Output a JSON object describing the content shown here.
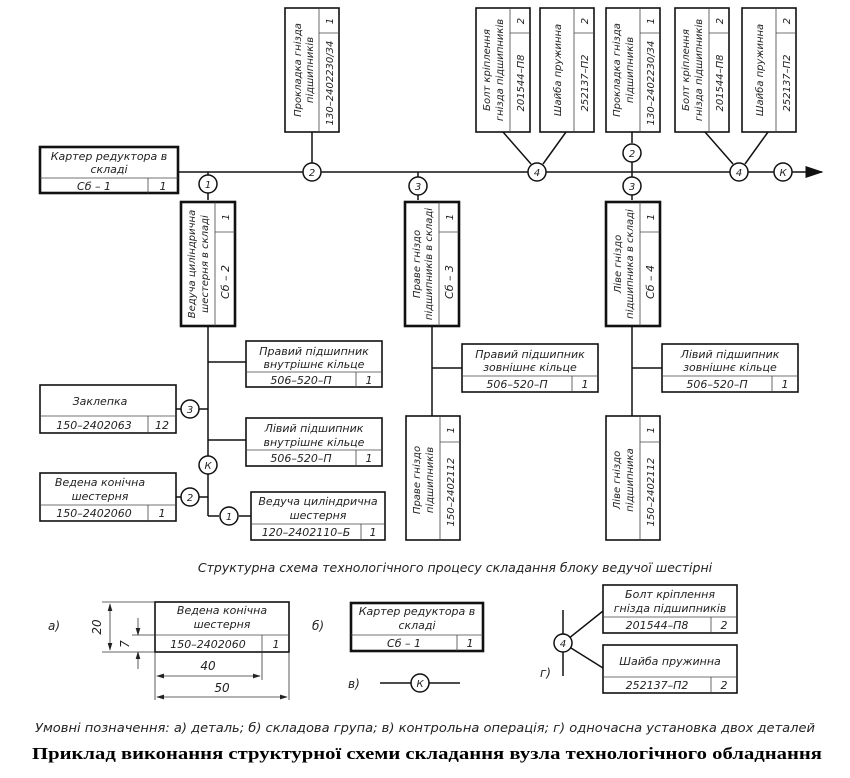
{
  "diagram": {
    "main_caption": "Структурна схема технологічного процесу складання блоку ведучої шестірні",
    "legend_caption": "Умовні позначення: а) деталь; б) складова група; в) контрольна операція; г) одночасна установка двох деталей",
    "figure_title": "Приклад виконання структурної схеми складання вузла технологічного обладнання",
    "base_group": {
      "name_line1": "Картер редуктора в",
      "name_line2": "складі",
      "code": "Сб – 1",
      "qty": "1"
    },
    "top_parts": [
      {
        "name_line1": "Прокладка гнізда",
        "name_line2": "підшипників",
        "code": "130–2402230/34",
        "qty": "1"
      },
      {
        "name_line1": "Болт кріплення",
        "name_line2": "гнізда підшипників",
        "code": "201544–П8",
        "qty": "2"
      },
      {
        "name_line1": "Шайба пружинна",
        "name_line2": "",
        "code": "252137–П2",
        "qty": "2"
      },
      {
        "name_line1": "Прокладка гнізда",
        "name_line2": "підшипників",
        "code": "130–2402230/34",
        "qty": "1"
      },
      {
        "name_line1": "Болт кріплення",
        "name_line2": "гнізда підшипників",
        "code": "201544–П8",
        "qty": "2"
      },
      {
        "name_line1": "Шайба пружинна",
        "name_line2": "",
        "code": "252137–П2",
        "qty": "2"
      }
    ],
    "subgroups": [
      {
        "name_line1": "Ведуча циліндрична",
        "name_line2": "шестерня в складі",
        "code": "Сб – 2",
        "qty": "1"
      },
      {
        "name_line1": "Праве гніздо",
        "name_line2": "підшипників в складі",
        "code": "Сб – 3",
        "qty": "1"
      },
      {
        "name_line1": "Ліве гніздо",
        "name_line2": "підшипника в складі",
        "code": "Сб – 4",
        "qty": "1"
      }
    ],
    "subgroup2_parts": [
      {
        "name_line1": "Правий підшипник",
        "name_line2": "внутрішнє кільце",
        "code": "506–520–П",
        "qty": "1"
      },
      {
        "name_line1": "Заклепка",
        "name_line2": "",
        "code": "150–2402063",
        "qty": "12"
      },
      {
        "name_line1": "Лівий підшипник",
        "name_line2": "внутрішнє кільце",
        "code": "506–520–П",
        "qty": "1"
      },
      {
        "name_line1": "Ведена конічна",
        "name_line2": "шестерня",
        "code": "150–2402060",
        "qty": "1"
      },
      {
        "name_line1": "Ведуча циліндрична",
        "name_line2": "шестерня",
        "code": "120–2402110–Б",
        "qty": "1"
      }
    ],
    "subgroup3_parts": [
      {
        "name_line1": "Правий підшипник",
        "name_line2": "зовнішнє кільце",
        "code": "506–520–П",
        "qty": "1"
      },
      {
        "name_line1": "Праве гніздо",
        "name_line2": "підшипників",
        "code": "150–2402112",
        "qty": "1"
      }
    ],
    "subgroup4_parts": [
      {
        "name_line1": "Лівий підшипник",
        "name_line2": "зовнішнє кільце",
        "code": "506–520–П",
        "qty": "1"
      },
      {
        "name_line1": "Ліве гніздо",
        "name_line2": "підшипника",
        "code": "150–2402112",
        "qty": "1"
      }
    ],
    "operations": {
      "main": [
        "1",
        "2",
        "3",
        "4",
        "2",
        "3",
        "4",
        "К"
      ],
      "sub2": [
        "3",
        "К",
        "2",
        "1"
      ]
    },
    "legend": {
      "a_label": "а)",
      "b_label": "б)",
      "v_label": "в)",
      "g_label": "г)",
      "detail": {
        "name_line1": "Ведена конічна",
        "name_line2": "шестерня",
        "code": "150–2402060",
        "qty": "1"
      },
      "dims": {
        "height": "20",
        "row": "7",
        "inner": "40",
        "total": "50"
      },
      "group": {
        "name_line1": "Картер редуктора в",
        "name_line2": "складі",
        "code": "Сб – 1",
        "qty": "1"
      },
      "control_op": "К",
      "simul_op": "4",
      "simul_parts": [
        {
          "name_line1": "Болт кріплення",
          "name_line2": "гнізда підшипників",
          "code": "201544–П8",
          "qty": "2"
        },
        {
          "name_line1": "Шайба пружинна",
          "name_line2": "",
          "code": "252137–П2",
          "qty": "2"
        }
      ]
    }
  }
}
